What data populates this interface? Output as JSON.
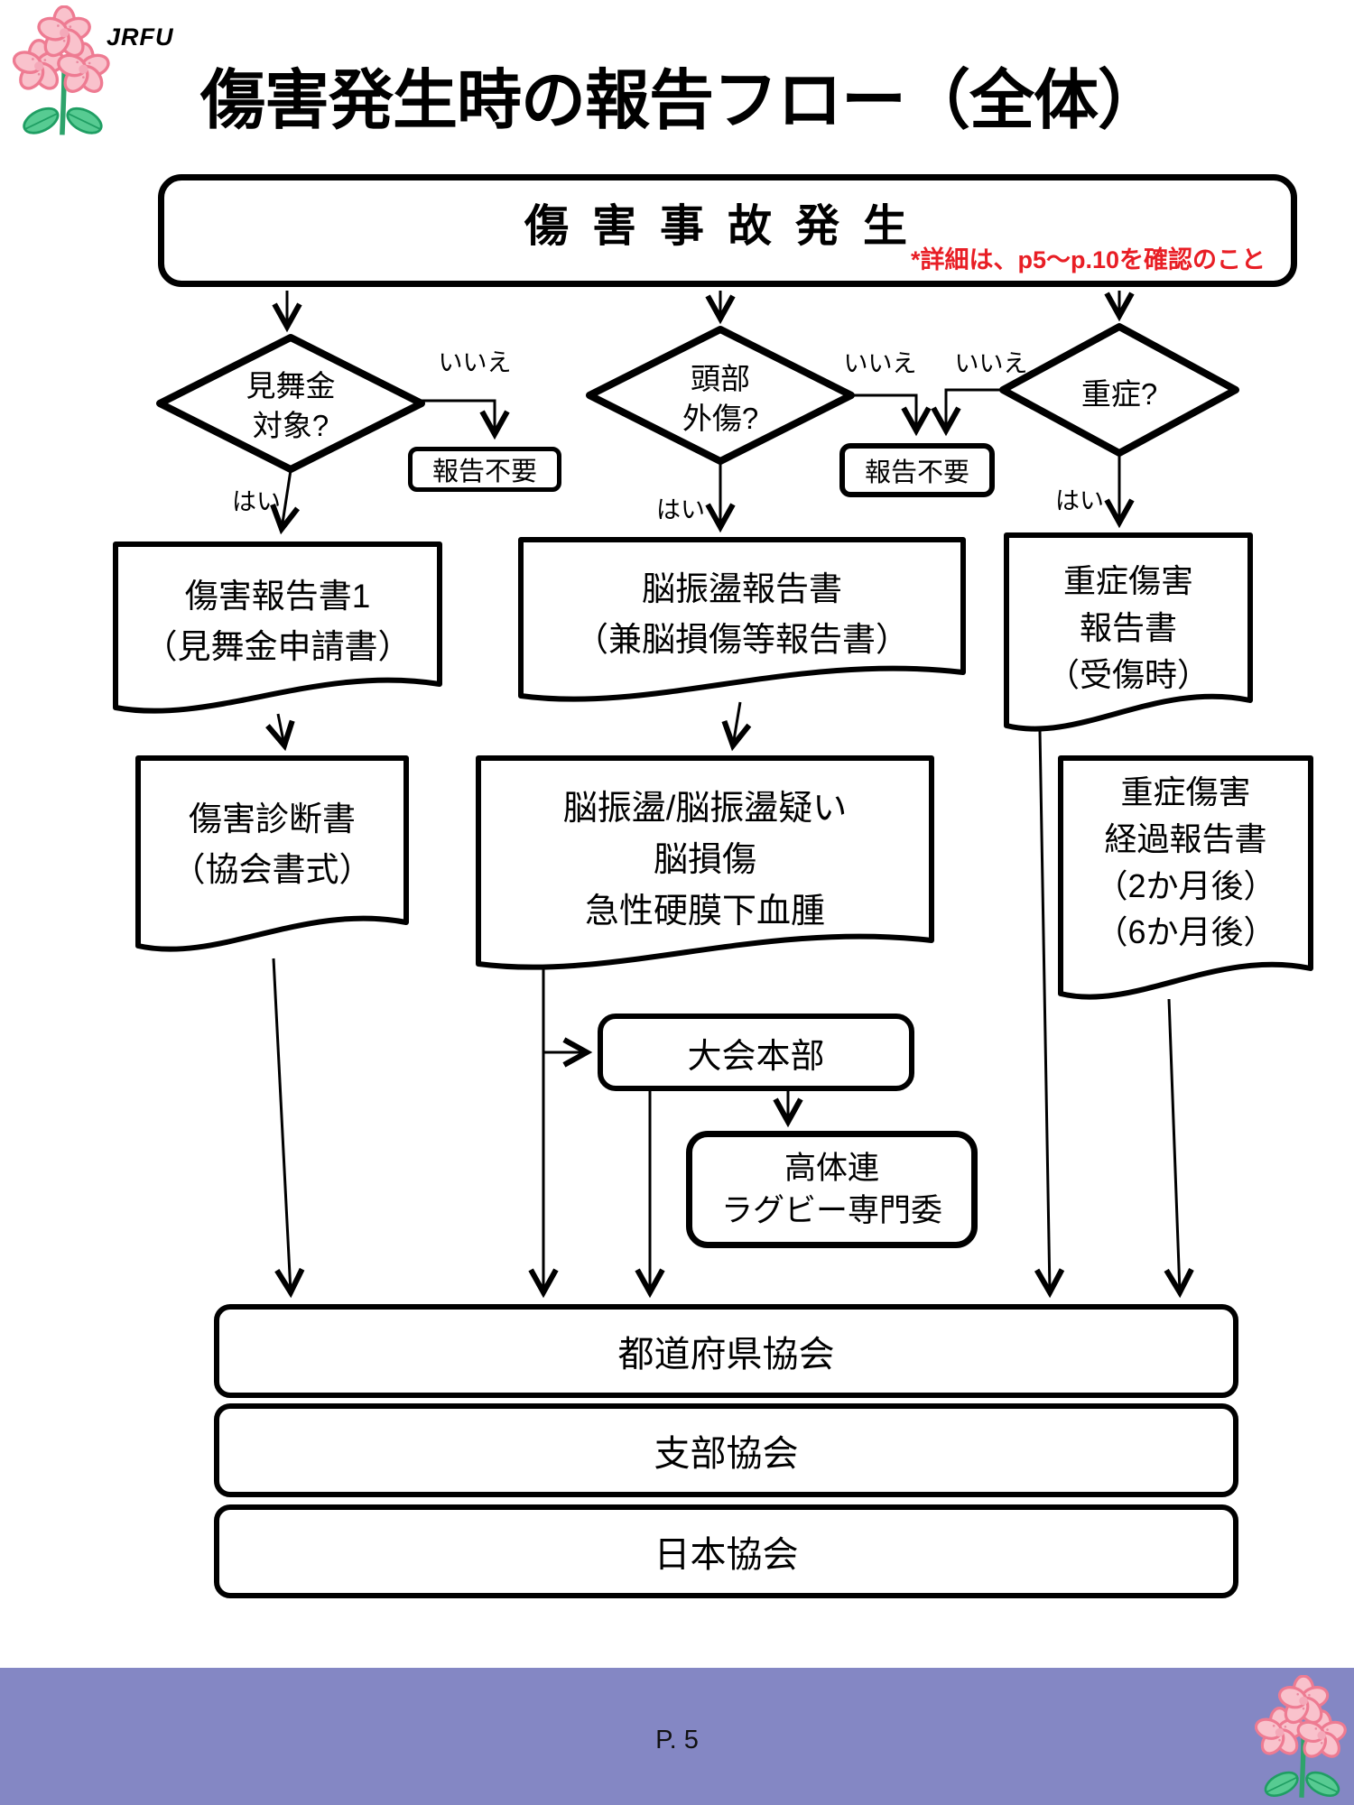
{
  "page": {
    "logo_text": "JRFU",
    "title": "傷害発生時の報告フロー（全体）",
    "footer_page": "P. 5"
  },
  "icons": {
    "logo_top_left": "sakura-flower-logo-icon",
    "logo_bottom_right": "sakura-flower-logo-icon"
  },
  "colors": {
    "note_red": "#E81E25",
    "footer_bar_purple": "#8487C4",
    "flower_pink": "#F9C2CC",
    "flower_outline_pink": "#EE7B92",
    "leaf_green": "#57CB92",
    "line_black": "#000000"
  },
  "start": {
    "label": "傷害事故発生",
    "note": "*詳細は、p5～p.10を確認のこと"
  },
  "decisions": {
    "mimaikin": {
      "line1": "見舞金",
      "line2": "対象?",
      "yes": "はい",
      "no": "いいえ"
    },
    "toubu": {
      "line1": "頭部",
      "line2": "外傷?",
      "yes": "はい",
      "no": "いいえ"
    },
    "jusho": {
      "label": "重症?",
      "yes": "はい",
      "no": "いいえ"
    }
  },
  "no_report": {
    "box1": "報告不要",
    "box2": "報告不要"
  },
  "documents": {
    "shogai_hokoku1": {
      "lines": [
        "傷害報告書1",
        "（見舞金申請書）"
      ]
    },
    "shogai_shindan": {
      "lines": [
        "傷害診断書",
        "（協会書式）"
      ]
    },
    "noshinto_hokoku": {
      "lines": [
        "脳振盪報告書",
        "（兼脳損傷等報告書）"
      ]
    },
    "noshinto_detail": {
      "lines": [
        "脳振盪/脳振盪疑い",
        "脳損傷",
        "急性硬膜下血腫"
      ]
    },
    "jusho_hokoku": {
      "lines": [
        "重症傷害",
        "報告書",
        "（受傷時）"
      ]
    },
    "jusho_keika": {
      "lines": [
        "重症傷害",
        "経過報告書",
        "（2か月後）",
        "（6か月後）"
      ]
    }
  },
  "organizations": {
    "taikai_honbu": "大会本部",
    "kotairen": {
      "lines": [
        "高体連",
        "ラグビー専門委"
      ]
    },
    "todofuken": "都道府県協会",
    "shibu": "支部協会",
    "nihon": "日本協会"
  }
}
